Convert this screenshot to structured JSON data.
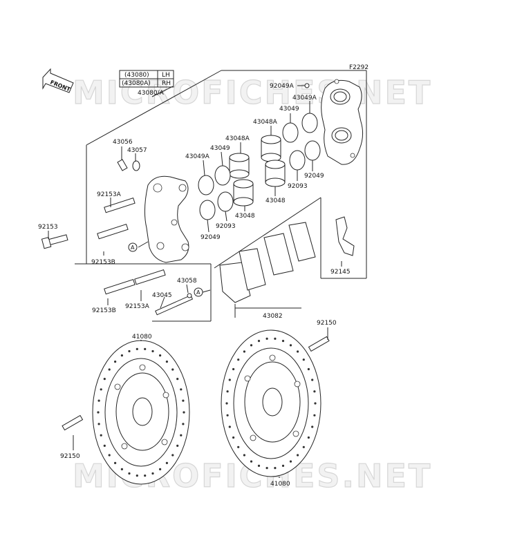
{
  "diagram": {
    "figure_code": "F2292",
    "front_label": "FRONT",
    "watermark": "MICROFICHES.NET",
    "legend": {
      "rows": [
        {
          "part": "(43080)",
          "side": "LH"
        },
        {
          "part": "(43080A)",
          "side": "RH"
        }
      ],
      "caption": "43080/A"
    },
    "callouts": {
      "p92049a": "92049A",
      "p43049a_top": "43049A",
      "p43049_top": "43049",
      "p43048a_top": "43048A",
      "p43048a_mid": "43048A",
      "p43049_mid": "43049",
      "p43049a_mid": "43049A",
      "p92049_right": "92049",
      "p92093_right": "92093",
      "p43048_right": "43048",
      "p43048_mid": "43048",
      "p92093_mid": "92093",
      "p92049_mid": "92049",
      "p43056": "43056",
      "p43057": "43057",
      "p92153a_top": "92153A",
      "p92153": "92153",
      "p92153b_top": "92153B",
      "p92145": "92145",
      "p43058": "43058",
      "p43045": "43045",
      "p92153b_bot": "92153B",
      "p92153a_bot": "92153A",
      "p43082": "43082",
      "p92150_right": "92150",
      "p41080_left": "41080",
      "p92150_left": "92150",
      "p41080_right": "41080",
      "ref_a1": "A",
      "ref_a2": "A"
    }
  }
}
